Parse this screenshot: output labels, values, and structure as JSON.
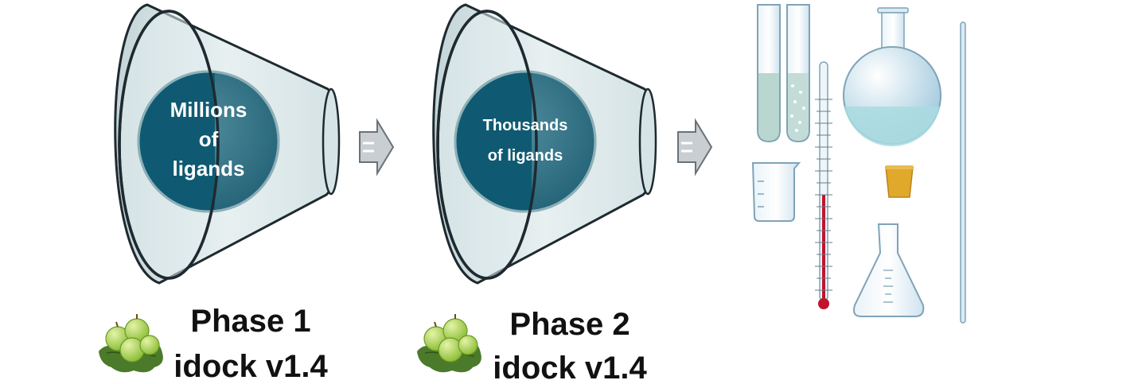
{
  "funnels": [
    {
      "lines": [
        "Millions",
        "of",
        "ligands"
      ]
    },
    {
      "lines": [
        "Thousands",
        "of ligands"
      ]
    }
  ],
  "phases": [
    {
      "title": "Phase 1",
      "tool": "idock v1.4",
      "icon": "gooseberry-icon"
    },
    {
      "title": "Phase 2",
      "tool": "idock v1.4",
      "icon": "gooseberry-icon"
    }
  ],
  "colors": {
    "funnel_fill": "#dde8ea",
    "funnel_stroke": "#1e2a30",
    "circle_dark": "#0f5a72",
    "circle_light": "#5b95a4",
    "arrow_fill": "#c9ced2",
    "glass": "#cfe3ee",
    "liquid": "#a9d4d9",
    "thermo_red": "#c0142c",
    "stopper": "#e0a92b"
  }
}
